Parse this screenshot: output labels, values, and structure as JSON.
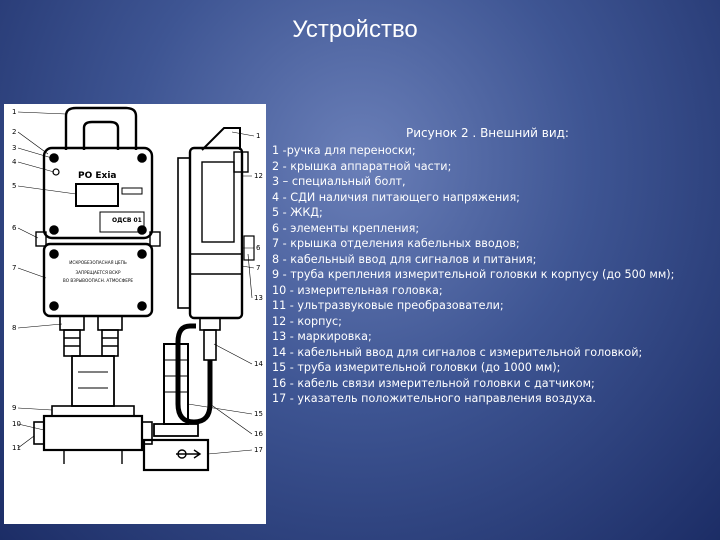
{
  "slide": {
    "title": "Устройство"
  },
  "figure": {
    "caption": "Рисунок 2 . Внешний вид:",
    "device_labels": {
      "brand": "PO Exia",
      "model": "ОДСВ 01",
      "plate_line1": "ИСКРОБЕЗОПАСНАЯ ЦЕПЬ",
      "plate_line2": "ЗАПРЕЩАЕТСЯ ВСКР",
      "plate_line3": "ВО ВЗРЫВООПАСН. АТМОСФЕРЕ"
    },
    "callouts_front": [
      "1",
      "2",
      "3",
      "4",
      "5",
      "6",
      "7",
      "8",
      "9",
      "10",
      "11"
    ],
    "callouts_side": [
      "1",
      "12",
      "6",
      "7",
      "13",
      "14",
      "15",
      "16",
      "17"
    ]
  },
  "legend": {
    "items": [
      "1 -ручка для переноски;",
      "2 - крышка аппаратной части;",
      "3 – специальный болт,",
      "4 - СДИ наличия питающего напряжения;",
      "5 - ЖКД;",
      "6 - элементы крепления;",
      "7 - крышка отделения кабельных вводов;",
      "8 - кабельный ввод для сигналов и питания;",
      "9 - труба крепления измерительной головки к корпусу (до 500 мм);",
      "10 - измерительная головка;",
      "11 - ультразвуковые преобразователи;",
      "12 - корпус;",
      "13 - маркировка;",
      "14 - кабельный ввод для сигналов с измерительной головкой;",
      "15 - труба измерительной головки (до 1000 мм);",
      "16 - кабель связи измерительной головки с датчиком;",
      "17 - указатель положительного направления воздуха."
    ]
  }
}
